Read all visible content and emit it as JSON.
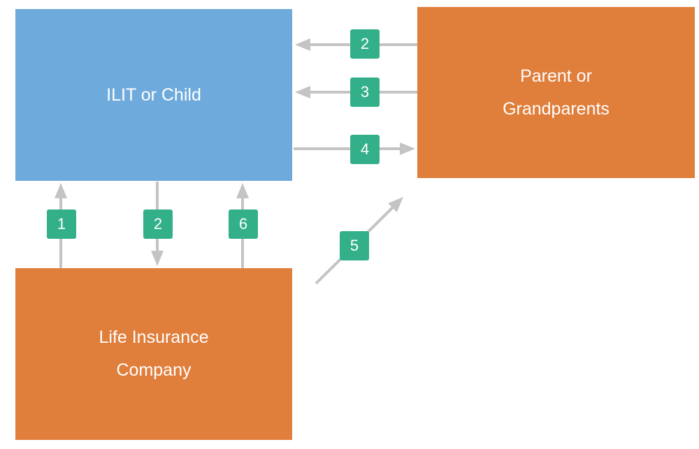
{
  "nodes": {
    "ilit": {
      "lines": [
        "ILIT or Child"
      ]
    },
    "parent": {
      "lines": [
        "Parent or",
        "Grandparents"
      ]
    },
    "life_insurance": {
      "lines": [
        "Life Insurance",
        "Company"
      ]
    }
  },
  "steps": [
    {
      "label": "2",
      "from": "parent",
      "to": "ilit"
    },
    {
      "label": "3",
      "from": "parent",
      "to": "ilit"
    },
    {
      "label": "4",
      "from": "ilit",
      "to": "parent"
    },
    {
      "label": "1",
      "from": "life_insurance",
      "to": "ilit"
    },
    {
      "label": "2",
      "from": "ilit",
      "to": "life_insurance"
    },
    {
      "label": "6",
      "from": "life_insurance",
      "to": "ilit"
    },
    {
      "label": "5",
      "from": "",
      "to": "parent"
    }
  ],
  "colors": {
    "ilit_box": "#6eaadb",
    "orange_box": "#e07e3b",
    "badge": "#33b08a",
    "arrow": "#c4c4c4"
  }
}
